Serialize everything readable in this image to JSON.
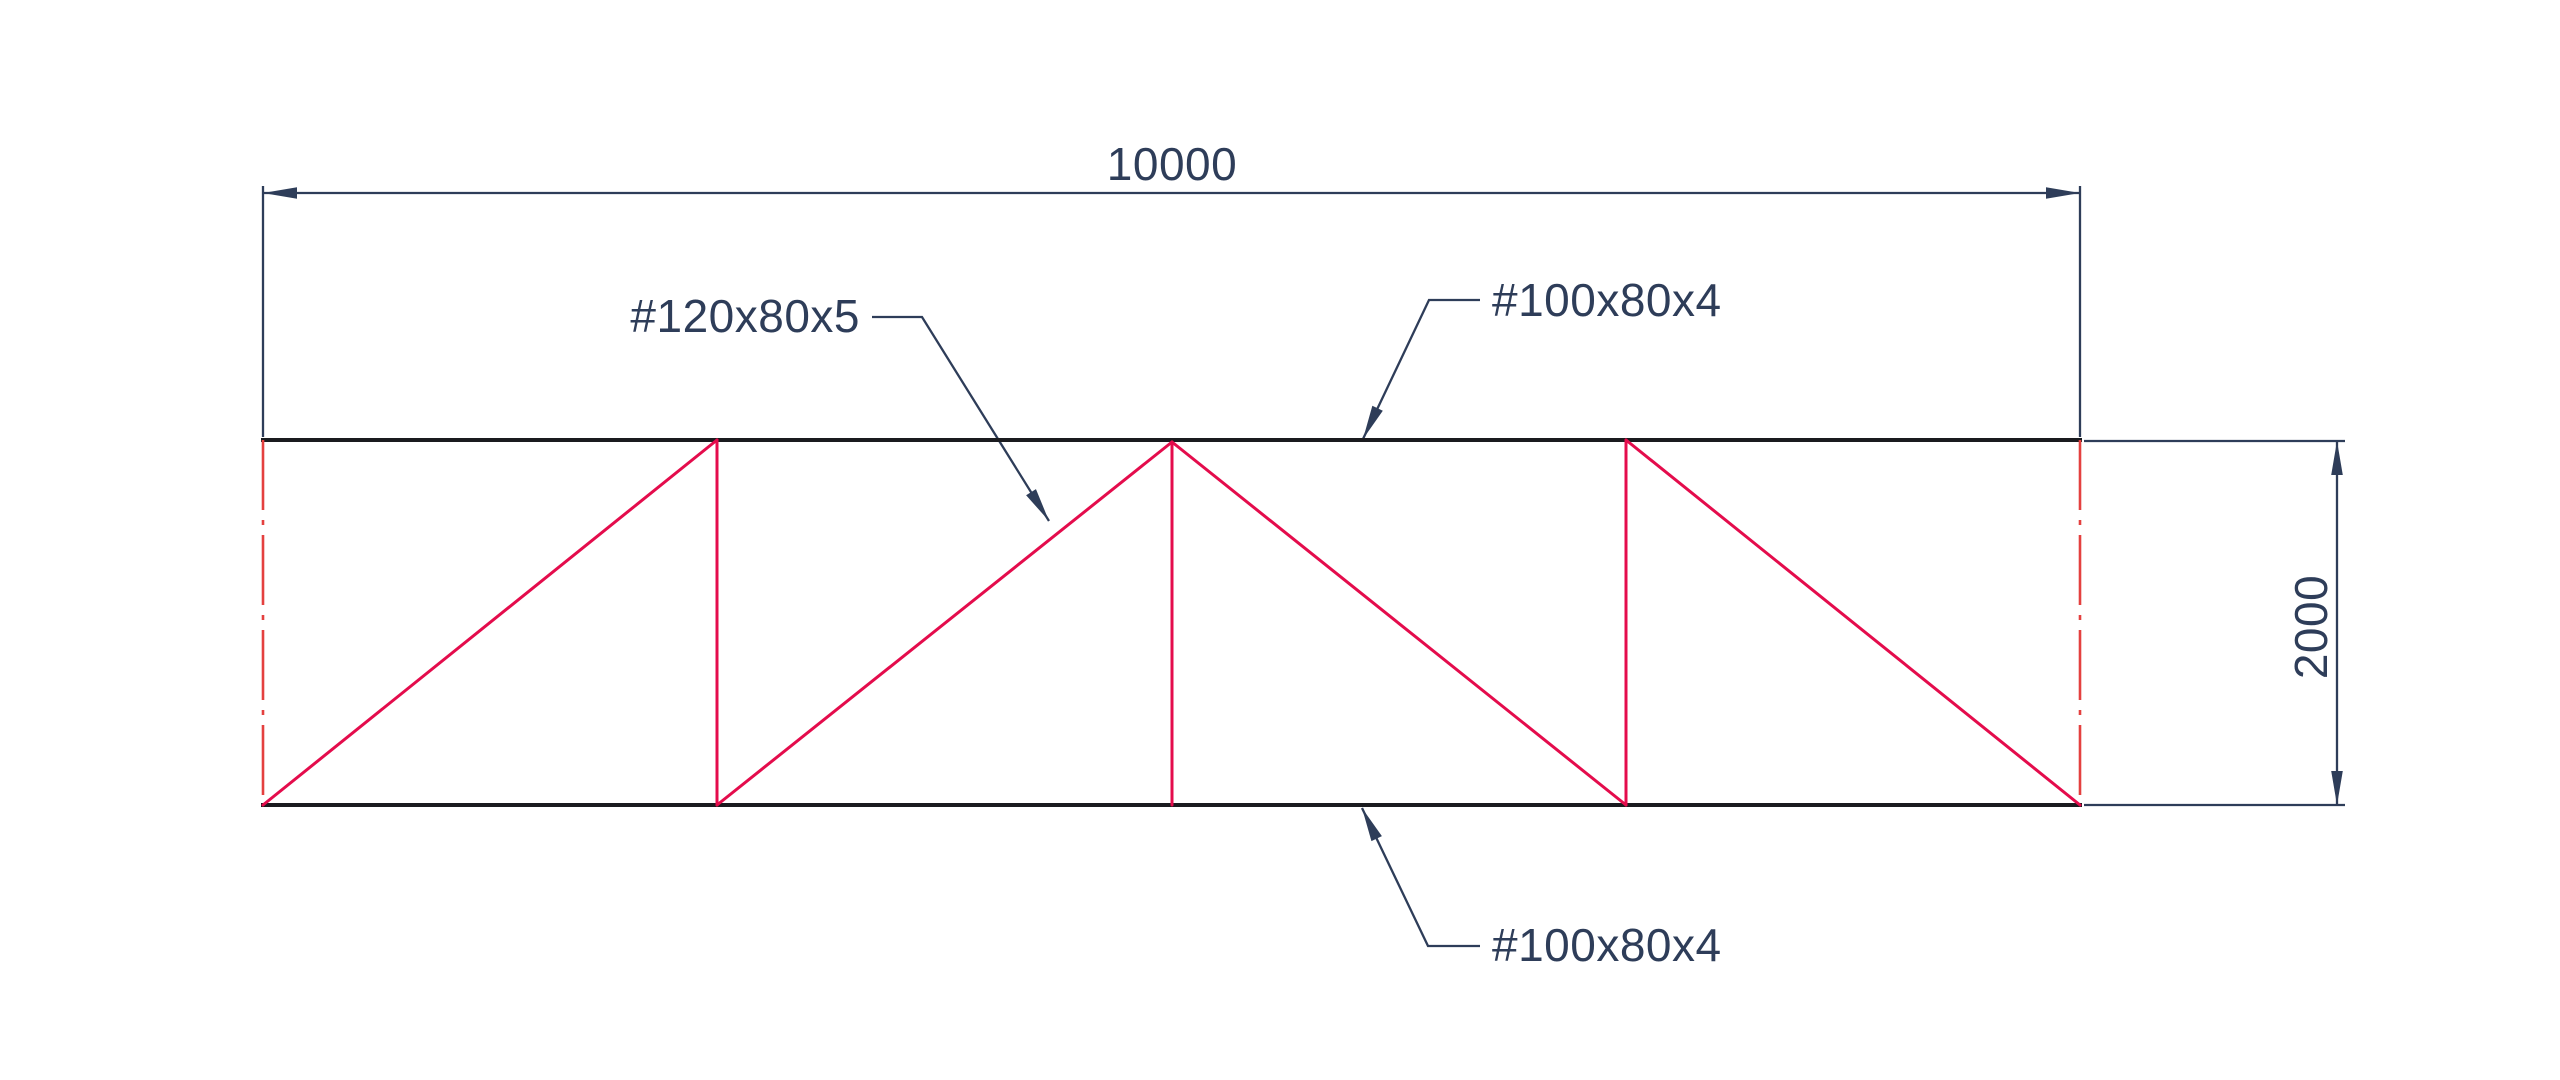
{
  "drawing": {
    "type_label": "truss-elevation-drawing",
    "dimensions": {
      "length": {
        "value": "10000"
      },
      "height": {
        "value": "2000"
      }
    },
    "labels": {
      "diagonal_member": "#120x80x5",
      "top_chord": "#100x80x4",
      "bottom_chord": "#100x80x4"
    },
    "colors": {
      "dimension": "#2e3d59",
      "chord": "#1a1b1f",
      "member": "#e40c4c",
      "centerline": "#e4403f",
      "background": "#ffffff"
    }
  }
}
